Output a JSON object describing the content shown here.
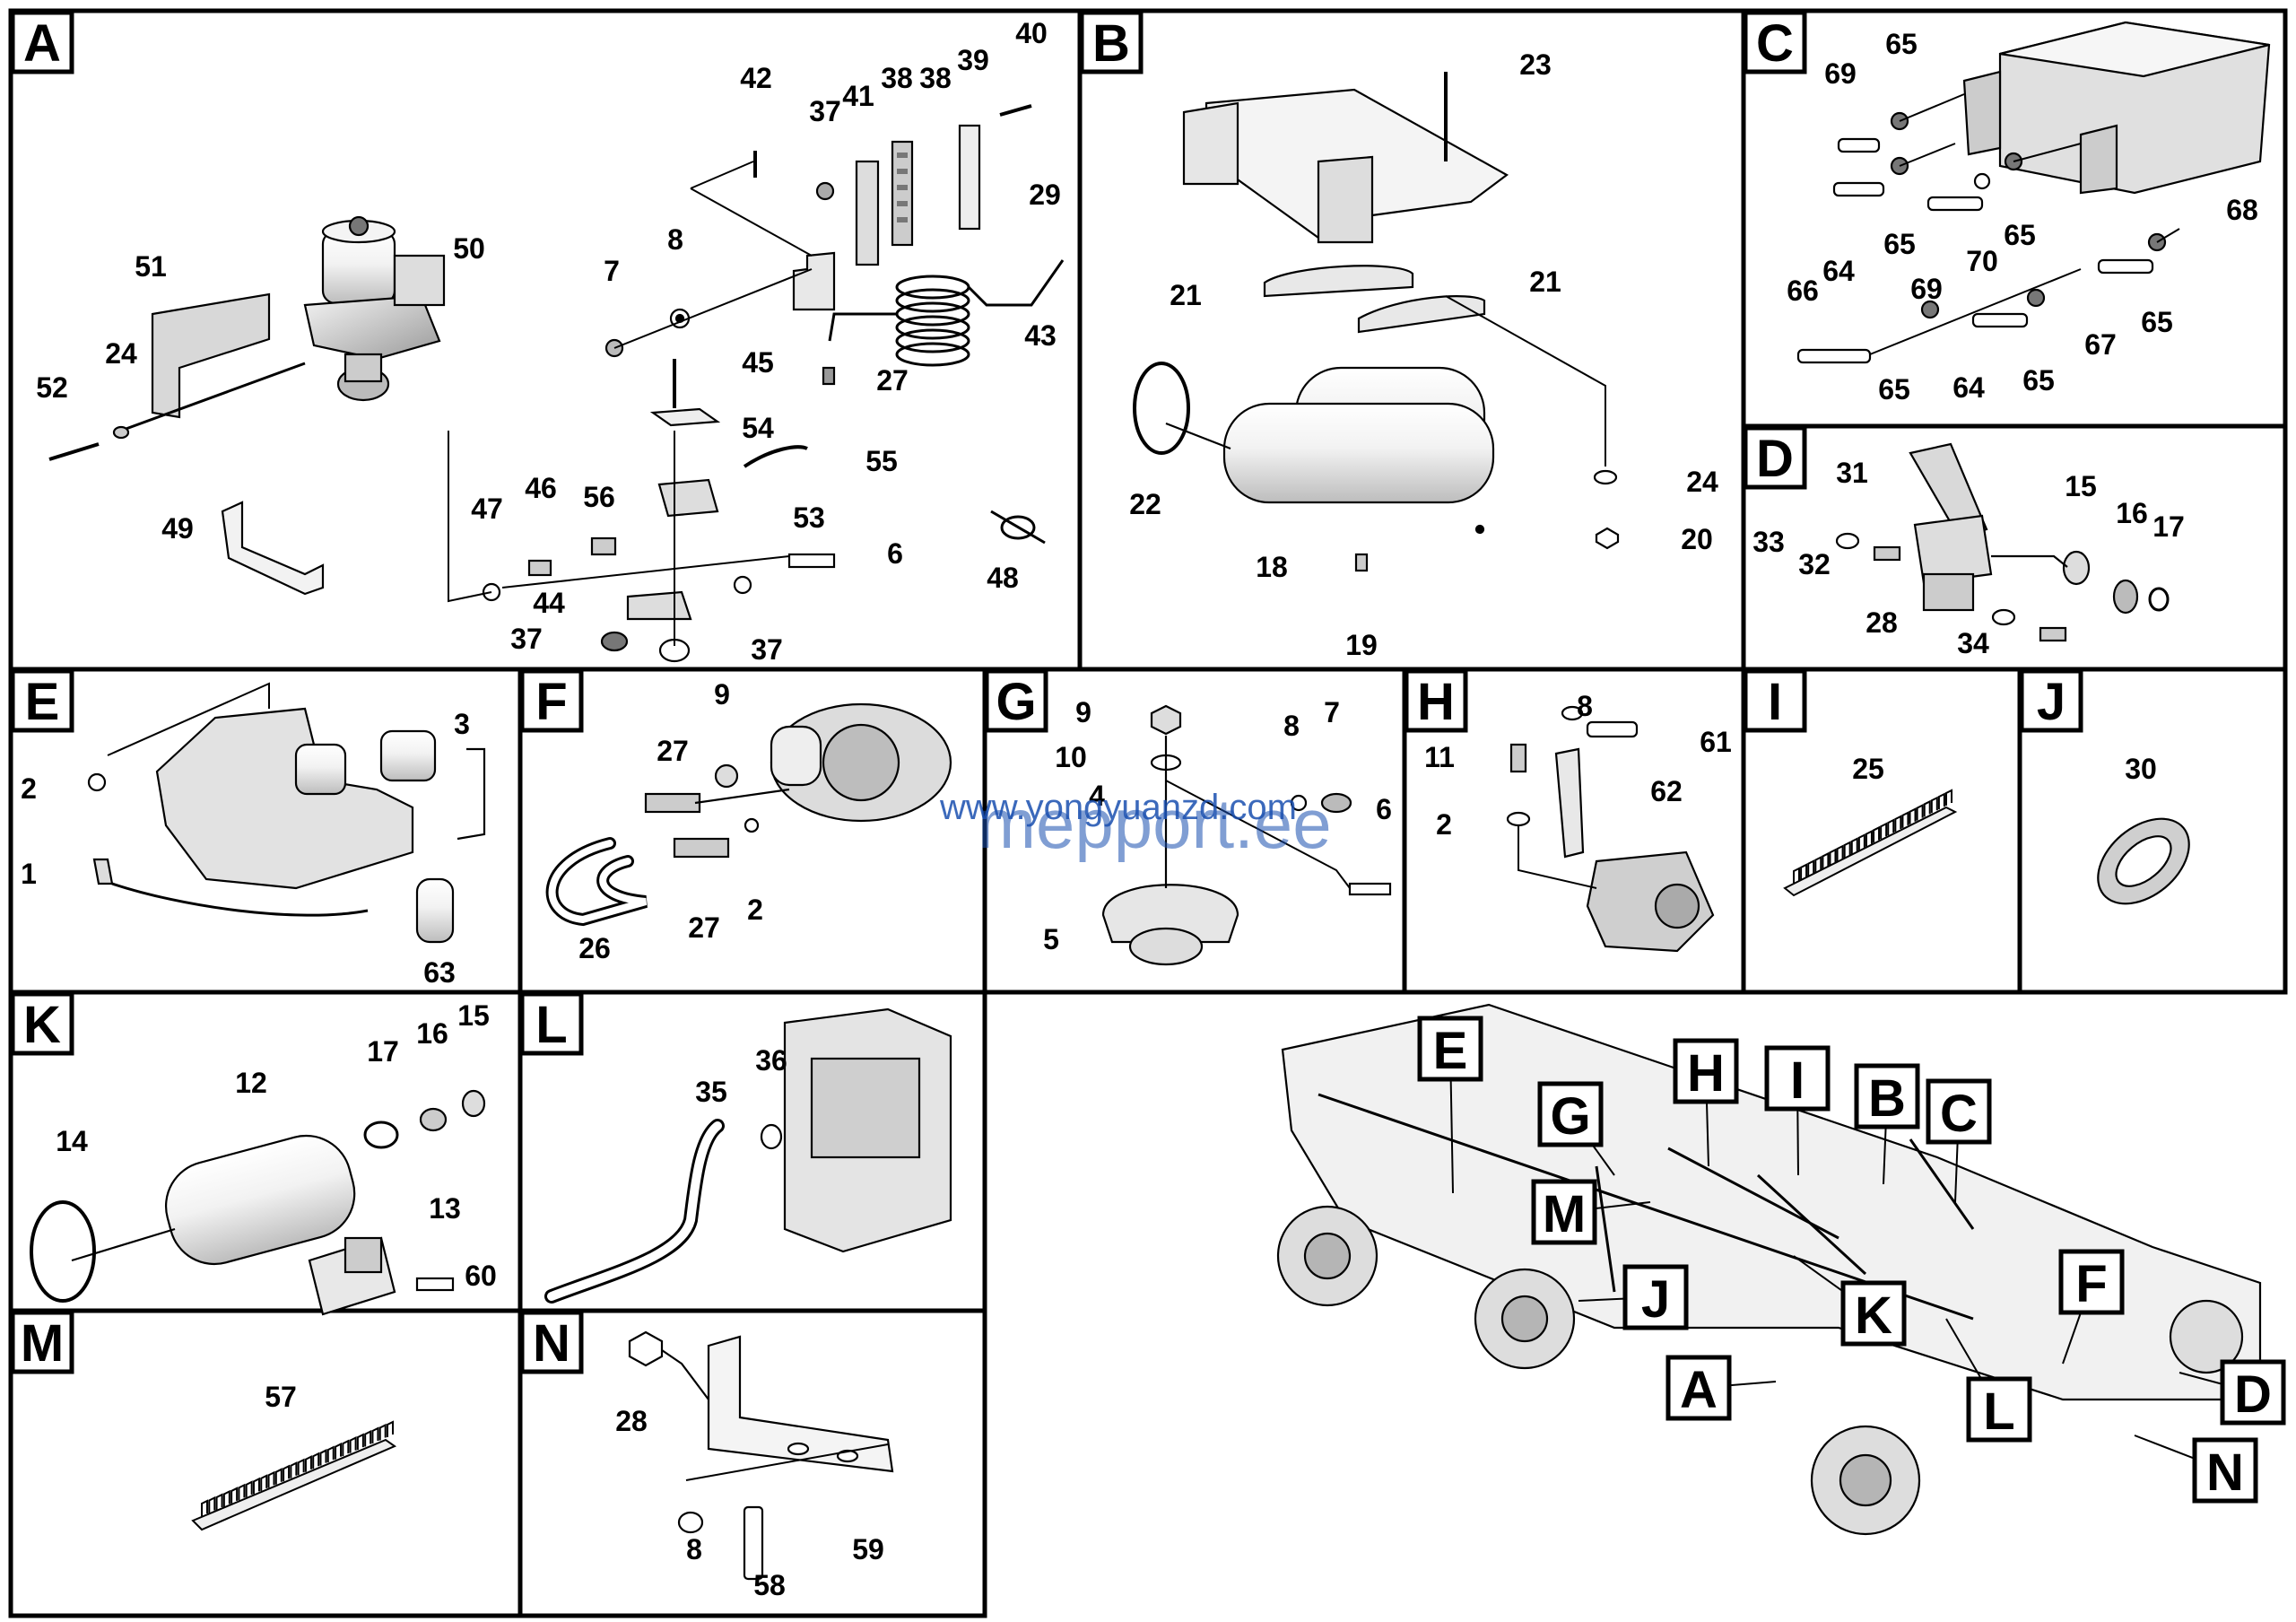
{
  "panels": [
    {
      "id": "A",
      "label": "A"
    },
    {
      "id": "B",
      "label": "B"
    },
    {
      "id": "C",
      "label": "C"
    },
    {
      "id": "D",
      "label": "D"
    },
    {
      "id": "E",
      "label": "E"
    },
    {
      "id": "F",
      "label": "F"
    },
    {
      "id": "G",
      "label": "G"
    },
    {
      "id": "H",
      "label": "H"
    },
    {
      "id": "I",
      "label": "I"
    },
    {
      "id": "J",
      "label": "J"
    },
    {
      "id": "K",
      "label": "K"
    },
    {
      "id": "L",
      "label": "L"
    },
    {
      "id": "M",
      "label": "M"
    },
    {
      "id": "N",
      "label": "N"
    }
  ],
  "part_numbers": {
    "A": [
      "42",
      "37",
      "41",
      "38",
      "38",
      "39",
      "40",
      "29",
      "7",
      "8",
      "50",
      "51",
      "24",
      "52",
      "45",
      "27",
      "43",
      "54",
      "55",
      "53",
      "49",
      "47",
      "46",
      "56",
      "6",
      "48",
      "44",
      "37",
      "37"
    ],
    "B": [
      "23",
      "21",
      "21",
      "22",
      "18",
      "19",
      "24",
      "20"
    ],
    "C": [
      "69",
      "65",
      "64",
      "65",
      "69",
      "70",
      "65",
      "68",
      "66",
      "65",
      "64",
      "65",
      "67",
      "65"
    ],
    "D": [
      "31",
      "15",
      "16",
      "17",
      "33",
      "32",
      "28",
      "34"
    ],
    "E": [
      "3",
      "2",
      "1",
      "63"
    ],
    "F": [
      "9",
      "27",
      "27",
      "2",
      "26"
    ],
    "G": [
      "9",
      "10",
      "4",
      "8",
      "7",
      "6",
      "5"
    ],
    "H": [
      "8",
      "61",
      "11",
      "62",
      "2"
    ],
    "I": [
      "25"
    ],
    "J": [
      "30"
    ],
    "K": [
      "12",
      "17",
      "16",
      "15",
      "14",
      "13",
      "60"
    ],
    "L": [
      "35",
      "36"
    ],
    "M": [
      "57"
    ],
    "N": [
      "28",
      "8",
      "58",
      "59"
    ]
  },
  "overview_labels": [
    "E",
    "H",
    "I",
    "B",
    "C",
    "G",
    "M",
    "J",
    "K",
    "F",
    "A",
    "L",
    "D",
    "N"
  ],
  "watermark": {
    "line1": "www.yongyuanzd.com",
    "line2": "mepport.ee"
  },
  "colors": {
    "line": "#000000",
    "part_fill": "#e8e8e8",
    "part_dark": "#bdbdbd",
    "watermark": "#1a4fb0"
  }
}
